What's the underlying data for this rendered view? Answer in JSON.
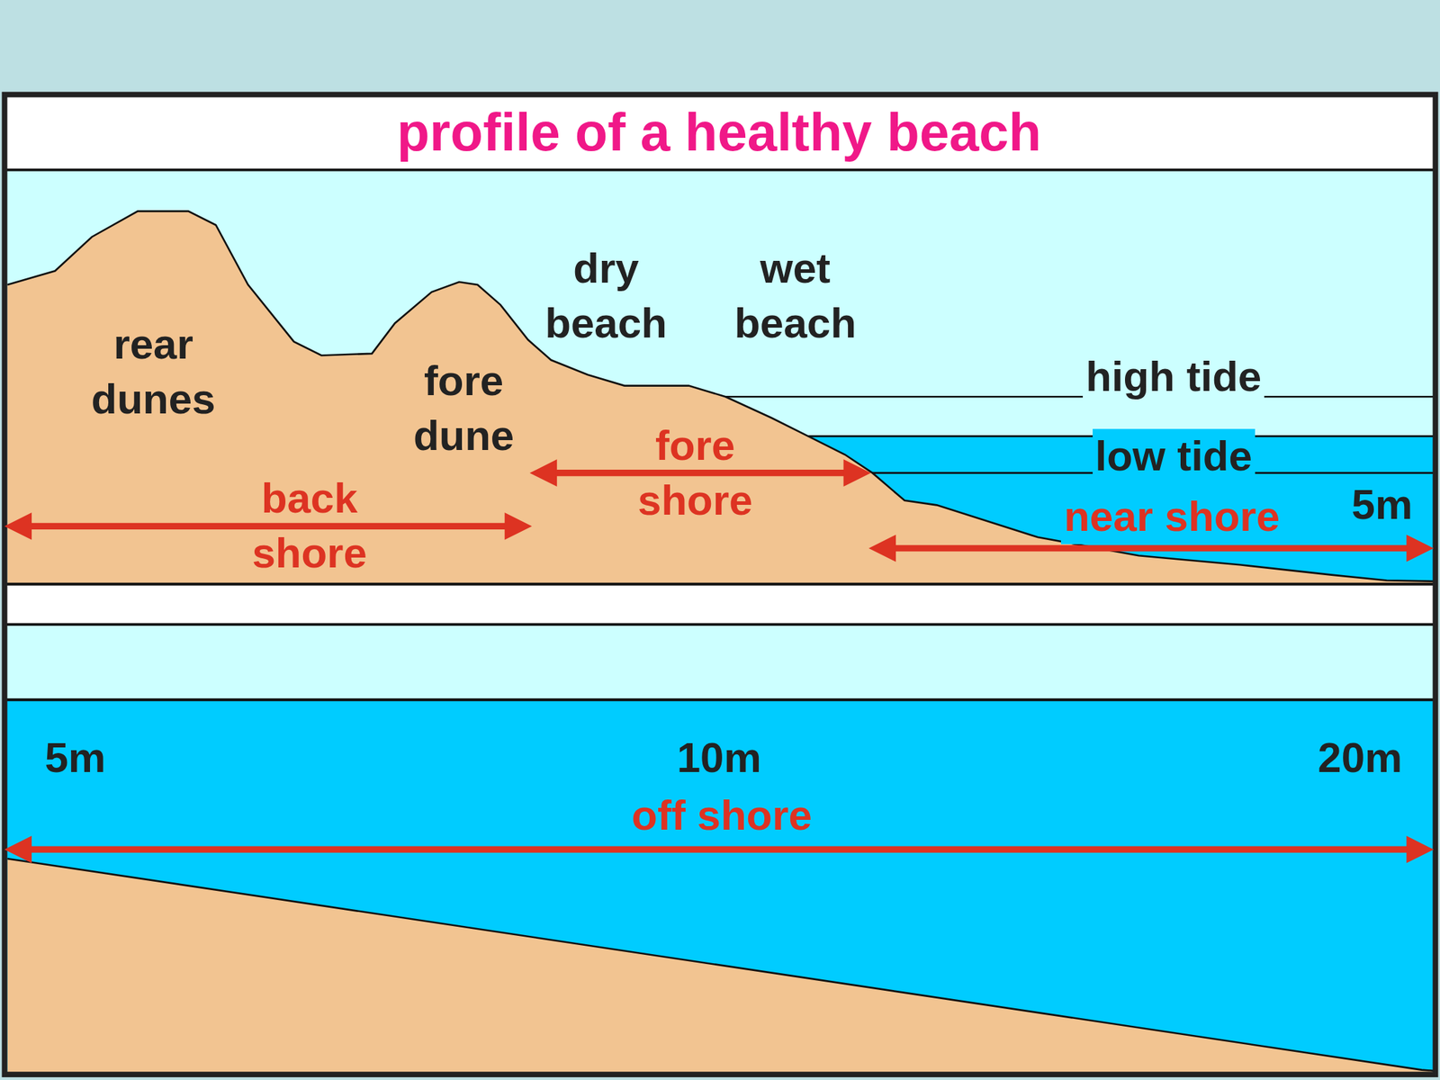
{
  "diagram": {
    "title": "profile of a healthy beach",
    "labels": [
      "rear dunes",
      "fore dune",
      "dry beach",
      "wet beach",
      "high tide",
      "low tide",
      "back shore",
      "fore shore",
      "near shore",
      "5m",
      "5m",
      "10m",
      "20m",
      "off shore"
    ]
  }
}
